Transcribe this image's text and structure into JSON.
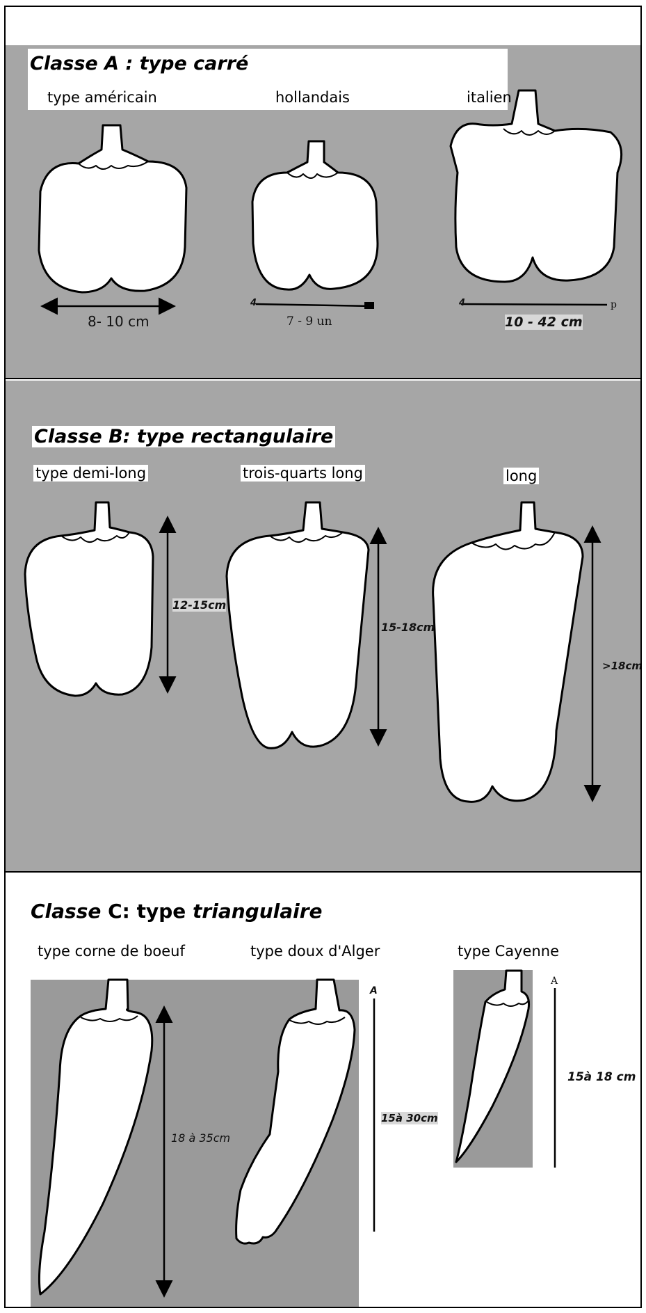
{
  "classA": {
    "heading": "Classe A : type carré",
    "labels": [
      "type américain",
      "hollandais",
      "italien"
    ],
    "measures": [
      "8- 10 cm",
      "7 - 9 un",
      "10 - 42 cm"
    ],
    "arrow_marks": [
      "4",
      "4",
      "p"
    ]
  },
  "classB": {
    "heading": "Classe B: type rectangulaire",
    "labels": [
      "type demi-long",
      "trois-quarts long",
      "long"
    ],
    "measures": [
      "12-15cm",
      "15-18cm",
      ">18cm"
    ]
  },
  "classC": {
    "heading_word1": "Classe",
    "heading_word2": "C: type",
    "heading_word3": "triangulaire",
    "labels": [
      "type corne de boeuf",
      "type doux d'Alger",
      "type Cayenne"
    ],
    "measures": [
      "18 à 35cm",
      "15à 30cm",
      "15à 18 cm"
    ],
    "arrow_marks": [
      "A",
      "A"
    ]
  },
  "colors": {
    "panel": "#a6a6a6",
    "pepper_fill": "#ffffff",
    "outline": "#000000"
  }
}
